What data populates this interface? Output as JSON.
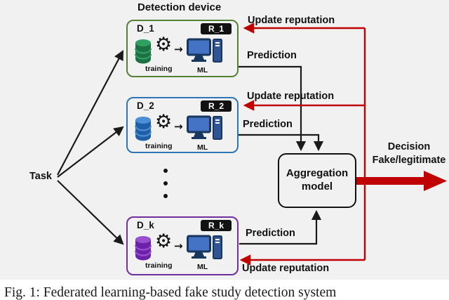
{
  "panel": {
    "title": "Detection device"
  },
  "task": {
    "label": "Task"
  },
  "devices": [
    {
      "name": "D_1",
      "reputation": "R_1",
      "training_label": "training",
      "ml_label": "ML",
      "color": "#538135"
    },
    {
      "name": "D_2",
      "reputation": "R_2",
      "training_label": "training",
      "ml_label": "ML",
      "color": "#2e75b6"
    },
    {
      "name": "D_k",
      "reputation": "R_k",
      "training_label": "training",
      "ml_label": "ML",
      "color": "#7030a0"
    }
  ],
  "aggregation": {
    "label": "Aggregation model"
  },
  "decision": {
    "line1": "Decision",
    "line2": "Fake/legitimate"
  },
  "edges": {
    "prediction": "Prediction",
    "update_reputation": "Update reputation"
  },
  "icons": {
    "gear": "⚙",
    "arrow_right": "→",
    "database": "stacked-cylinder",
    "computer": "monitor-with-tower",
    "ellipsis": "vertical-dots"
  },
  "colors": {
    "device1_border": "#538135",
    "device2_border": "#2e75b6",
    "devicek_border": "#7030a0",
    "arrow_red": "#c00000",
    "arrow_black": "#1a1a1a",
    "panel_bg": "#f1f1f1"
  },
  "caption": "Fig. 1: Federated learning-based fake study detection system"
}
